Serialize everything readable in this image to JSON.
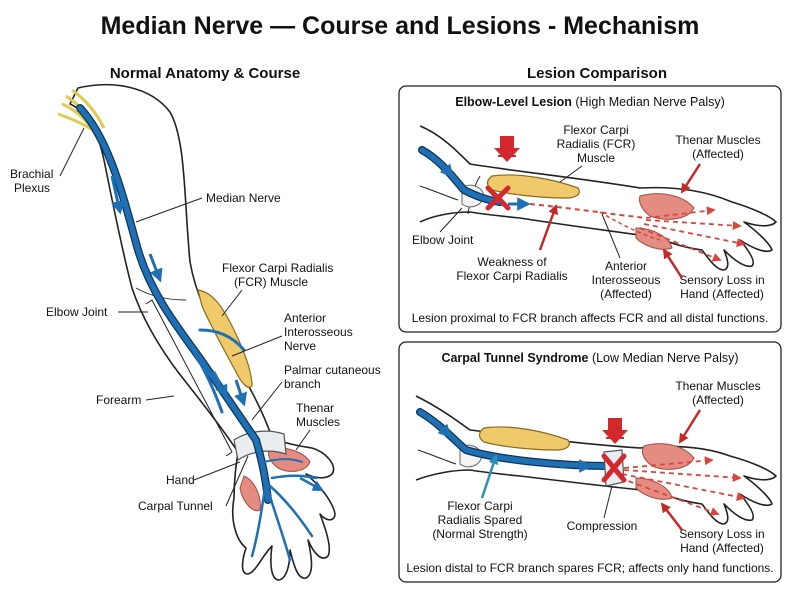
{
  "title": "Median Nerve — Course and Lesions - Mechanism",
  "left_panel": {
    "heading": "Normal Anatomy & Course",
    "labels": {
      "brachial_plexus_1": "Brachial",
      "brachial_plexus_2": "Plexus",
      "median_nerve": "Median Nerve",
      "fcr_1": "Flexor Carpi Radialis",
      "fcr_2": "(FCR) Muscle",
      "elbow_joint": "Elbow Joint",
      "ain_1": "Anterior",
      "ain_2": "Interosseous",
      "ain_3": "Nerve",
      "palmar_1": "Palmar cutaneous",
      "palmar_2": "branch",
      "forearm": "Forearm",
      "thenar_1": "Thenar",
      "thenar_2": "Muscles",
      "hand": "Hand",
      "carpal_tunnel": "Carpal Tunnel"
    }
  },
  "right_panel": {
    "heading": "Lesion Comparison",
    "elbow_box": {
      "title_bold": "Elbow-Level Lesion",
      "title_rest": " (High Median Nerve Palsy)",
      "fcr_1": "Flexor Carpi",
      "fcr_2": "Radialis (FCR)",
      "fcr_3": "Muscle",
      "thenar_1": "Thenar Muscles",
      "thenar_2": "(Affected)",
      "elbow_joint": "Elbow Joint",
      "weak_1": "Weakness of",
      "weak_2": "Flexor Carpi Radialis",
      "ain_1": "Anterior",
      "ain_2": "Interosseous",
      "ain_3": "(Affected)",
      "sensory_1": "Sensory Loss in",
      "sensory_2": "Hand (Affected)",
      "caption": "Lesion proximal to FCR branch affects FCR and all distal functions."
    },
    "carpal_box": {
      "title_bold": "Carpal Tunnel Syndrome",
      "title_rest": " (Low Median Nerve Palsy)",
      "thenar_1": "Thenar Muscles",
      "thenar_2": "(Affected)",
      "fcr_1": "Flexor Carpi",
      "fcr_2": "Radialis Spared",
      "fcr_3": "(Normal Strength)",
      "compression": "Compression",
      "sensory_1": "Sensory Loss in",
      "sensory_2": "Hand (Affected)",
      "caption": "Lesion distal to FCR branch spares FCR; affects only hand functions."
    }
  },
  "colors": {
    "nerve": "#1f6fb4",
    "muscle": "#efc96a",
    "thenar": "#e58c82",
    "lesion": "#d2282e",
    "arrow_red": "#c62828"
  }
}
